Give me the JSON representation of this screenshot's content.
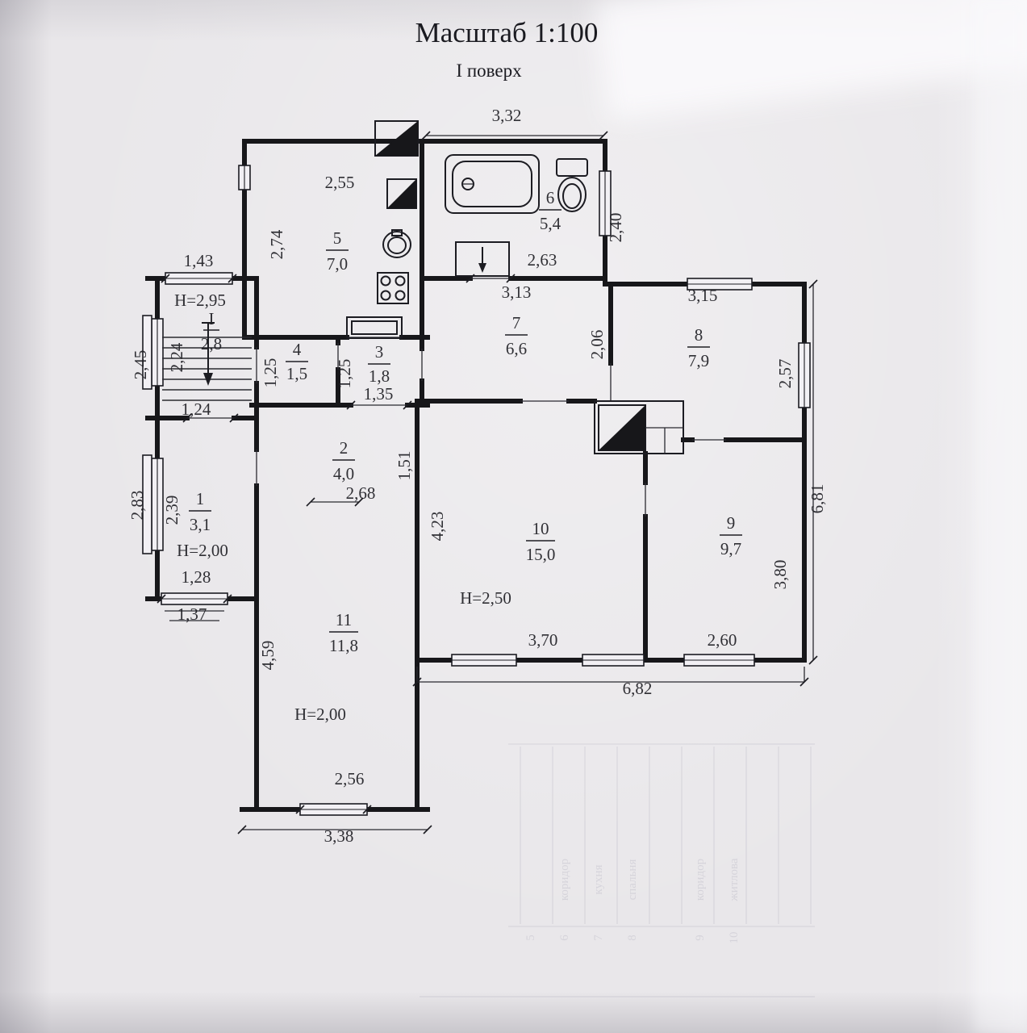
{
  "header": {
    "title": "Масштаб 1:100",
    "subtitle": "І поверх"
  },
  "rooms": [
    {
      "num": "1",
      "area": "3,1"
    },
    {
      "num": "2",
      "area": "4,0"
    },
    {
      "num": "3",
      "area": "1,8"
    },
    {
      "num": "4",
      "area": "1,5"
    },
    {
      "num": "5",
      "area": "7,0"
    },
    {
      "num": "6",
      "area": "5,4"
    },
    {
      "num": "7",
      "area": "6,6"
    },
    {
      "num": "8",
      "area": "7,9"
    },
    {
      "num": "9",
      "area": "9,7"
    },
    {
      "num": "10",
      "area": "15,0"
    },
    {
      "num": "11",
      "area": "11,8"
    }
  ],
  "stairs": {
    "num": "І",
    "area": "2,8"
  },
  "heights": {
    "h_stairs": "H=2,95",
    "h_room1": "H=2,00",
    "h_room10": "H=2,50",
    "h_room11": "H=2,00"
  },
  "dims": {
    "top_332": "3,32",
    "room5_w": "2,55",
    "room5_h": "2,74",
    "stairs_top": "1,43",
    "stairs_left_out": "2,45",
    "stairs_left_in": "2,24",
    "stairs_bottom": "1,24",
    "bath_right": "2,40",
    "bath_bottom": "2,63",
    "room7_w": "3,13",
    "room7_right": "2,06",
    "room8_w": "3,15",
    "room8_right": "2,57",
    "room4_h": "1,25",
    "room3_h": "1,25",
    "room3_door": "1,35",
    "room2_right": "1,51",
    "room2_w": "2,68",
    "room1_left_in": "2,39",
    "room1_left_out": "2,83",
    "room1_door": "1,28",
    "room1_bottom": "1,37",
    "room10_left": "4,23",
    "room10_w": "3,70",
    "room9_right": "3,80",
    "room9_w": "2,60",
    "right_total": "6,81",
    "bottom_total": "6,82",
    "room11_left": "4,59",
    "room11_w": "2,56",
    "room11_bottom": "3,38"
  },
  "bleed": {
    "words": [
      "коридор",
      "кухня",
      "спальня",
      "коридор",
      "житлова"
    ],
    "numbers": [
      "5",
      "6",
      "7",
      "8",
      "9",
      "10"
    ]
  }
}
